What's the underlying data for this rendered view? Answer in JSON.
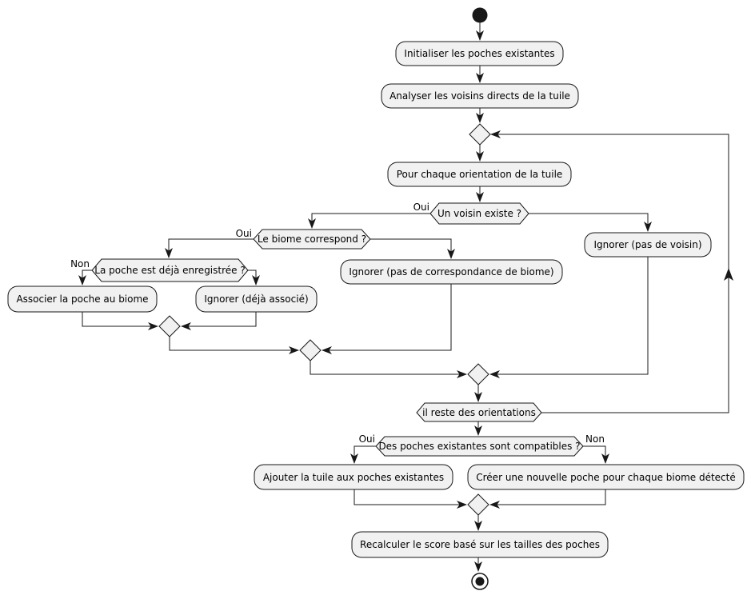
{
  "diagram": {
    "type": "activity-flowchart",
    "colors": {
      "background": "#FFFFFF",
      "node_fill": "#F1F1F1",
      "node_border": "#181818",
      "edge": "#181818",
      "text": "#000000",
      "start_fill": "#181818"
    },
    "nodes": {
      "start": {
        "type": "start"
      },
      "init_poches": {
        "type": "activity",
        "label": "Initialiser les poches existantes"
      },
      "analyser_voisins": {
        "type": "activity",
        "label": "Analyser les voisins directs de la tuile"
      },
      "pour_chaque_orientation": {
        "type": "activity",
        "label": "Pour chaque orientation de la tuile"
      },
      "un_voisin_existe": {
        "type": "decision",
        "label": "Un voisin existe ?"
      },
      "biome_correspond": {
        "type": "decision",
        "label": "Le biome correspond ?"
      },
      "poche_enregistree": {
        "type": "decision",
        "label": "La poche est déjà enregistrée ?"
      },
      "associer_poche": {
        "type": "activity",
        "label": "Associer la poche au biome"
      },
      "ignorer_deja_associe": {
        "type": "activity",
        "label": "Ignorer (déjà associé)"
      },
      "ignorer_pas_correspondance": {
        "type": "activity",
        "label": "Ignorer (pas de correspondance de biome)"
      },
      "ignorer_pas_voisin": {
        "type": "activity",
        "label": "Ignorer (pas de voisin)"
      },
      "il_reste_orientations": {
        "type": "decision",
        "label": "il reste des orientations"
      },
      "poches_compatibles": {
        "type": "decision",
        "label": "Des poches existantes sont compatibles ?"
      },
      "ajouter_tuile": {
        "type": "activity",
        "label": "Ajouter la tuile aux poches existantes"
      },
      "creer_poche": {
        "type": "activity",
        "label": "Créer une nouvelle poche pour chaque biome détecté"
      },
      "recalculer_score": {
        "type": "activity",
        "label": "Recalculer le score basé sur les tailles des poches"
      },
      "end": {
        "type": "end"
      }
    },
    "edge_labels": {
      "voisin_oui": "Oui",
      "biome_oui": "Oui",
      "poche_non": "Non",
      "compat_oui": "Oui",
      "compat_non": "Non"
    }
  }
}
